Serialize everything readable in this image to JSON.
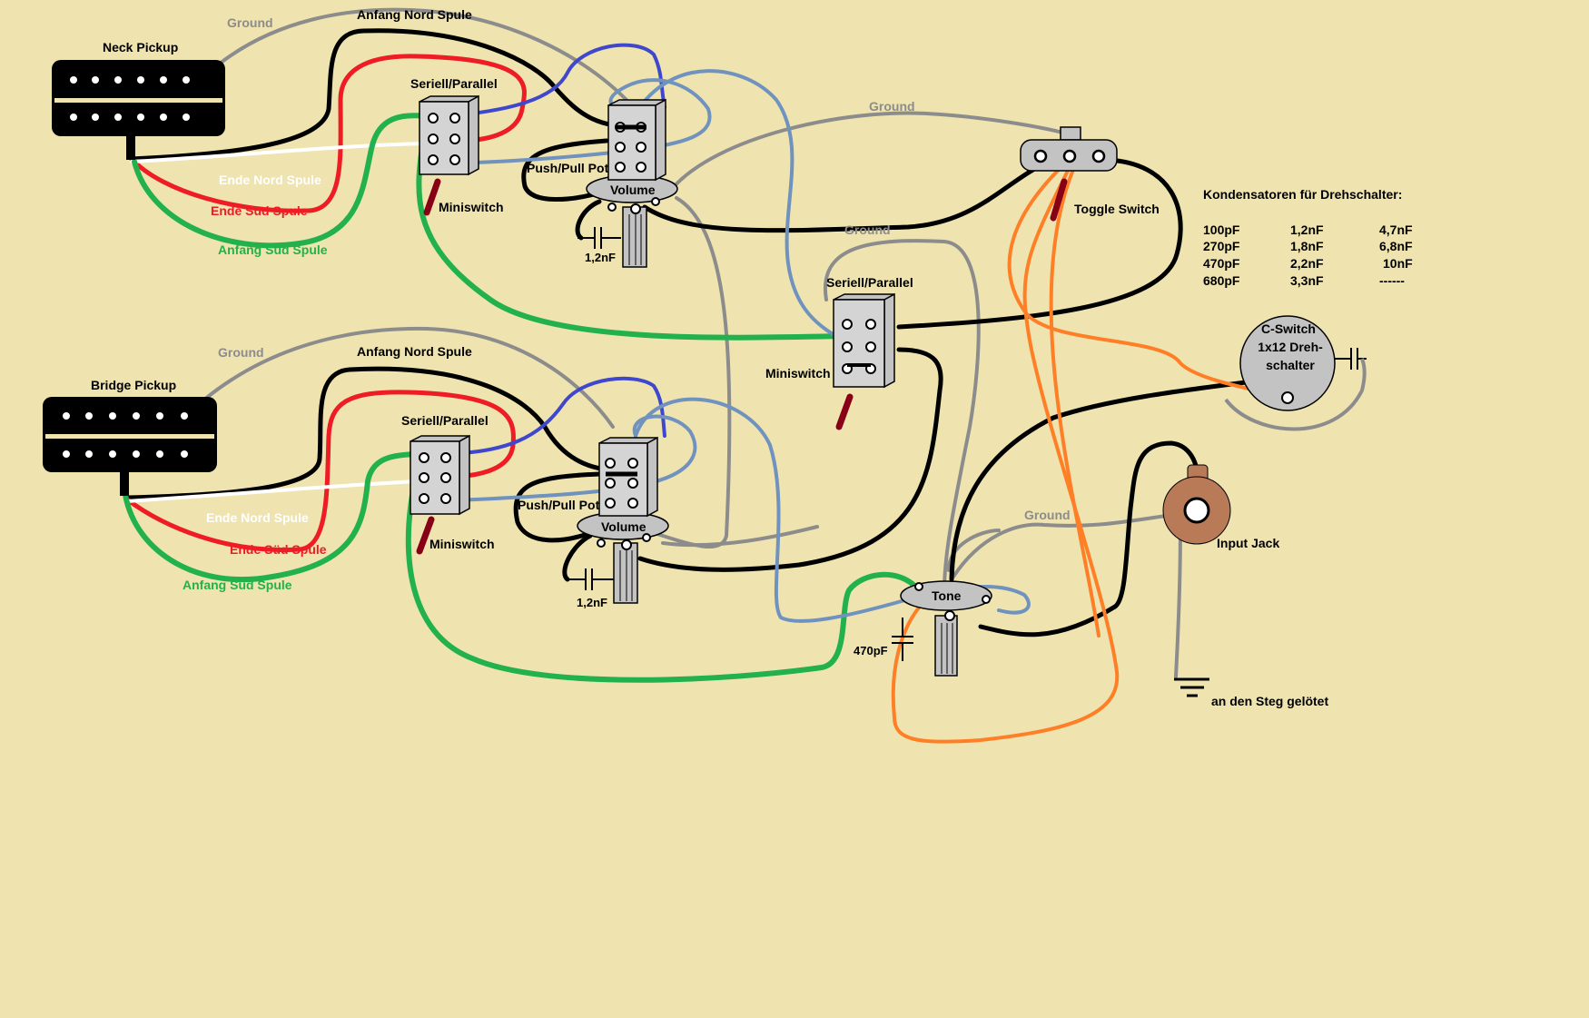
{
  "diagram": {
    "pickups": {
      "neck": "Neck Pickup",
      "bridge": "Bridge Pickup"
    },
    "wire_labels": {
      "neck_ground": "Ground",
      "neck_anfang_nord": "Anfang Nord Spule",
      "neck_ende_nord": "Ende Nord Spule",
      "neck_ende_sued": "Ende Süd Spule",
      "neck_anfang_sued": "Anfang Süd Spule",
      "bridge_ground": "Ground",
      "bridge_anfang_nord": "Anfang Nord Spule",
      "bridge_ende_nord": "Ende Nord Spule",
      "bridge_ende_sued": "Ende Süd Spule",
      "bridge_anfang_sued": "Anfang Süd Spule",
      "toggle_ground": "Ground",
      "mid_ground": "Ground",
      "jack_ground": "Ground"
    },
    "components": {
      "neck_sp_switch": "Seriell/Parallel",
      "neck_miniswitch": "Miniswitch",
      "neck_pushpull": "Push/Pull Pot",
      "neck_volume": "Volume",
      "neck_cap": "1,2nF",
      "bridge_sp_switch": "Seriell/Parallel",
      "bridge_miniswitch": "Miniswitch",
      "bridge_pushpull": "Push/Pull Pot",
      "bridge_volume": "Volume",
      "bridge_cap": "1,2nF",
      "mid_sp_switch": "Seriell/Parallel",
      "mid_miniswitch": "Miniswitch",
      "toggle_switch": "Toggle Switch",
      "tone": "Tone",
      "tone_cap": "470pF",
      "input_jack": "Input Jack",
      "ground_note": "an den Steg gelötet",
      "cswitch_line1": "C-Switch",
      "cswitch_line2": "1x12 Dreh-",
      "cswitch_line3": "schalter"
    },
    "capacitor_table": {
      "title": "Kondensatoren für Drehschalter:",
      "rows": [
        [
          "100pF",
          "1,2nF",
          "4,7nF"
        ],
        [
          "270pF",
          "1,8nF",
          "6,8nF"
        ],
        [
          "470pF",
          "2,2nF",
          "10nF"
        ],
        [
          "680pF",
          "3,3nF",
          "------"
        ]
      ]
    },
    "colors": {
      "background": "#efe4b0",
      "ground": "#8c8c8c",
      "black": "#000000",
      "red": "#ee1c24",
      "white": "#ffffff",
      "green": "#22b14c",
      "blue": "#3f48cc",
      "light_blue": "#7092be",
      "orange": "#ff7f27",
      "component_gray": "#c3c3c3",
      "lever": "#880015",
      "jack_brown": "#b97a57"
    }
  }
}
